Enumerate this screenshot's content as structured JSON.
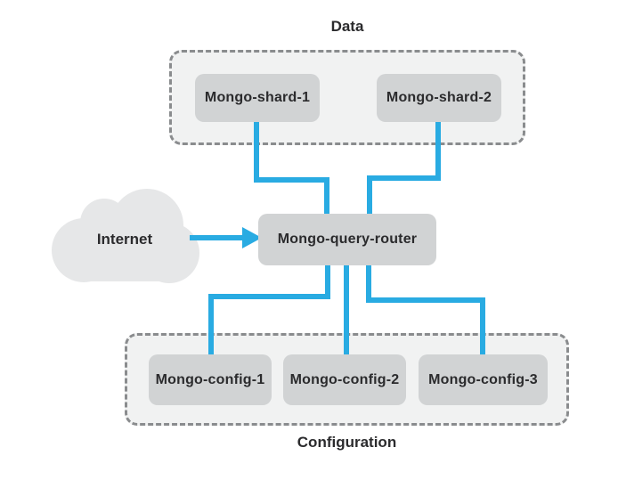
{
  "diagram": {
    "groups": {
      "data": {
        "label": "Data",
        "nodes": [
          {
            "label": "Mongo-shard-1"
          },
          {
            "label": "Mongo-shard-2"
          }
        ]
      },
      "configuration": {
        "label": "Configuration",
        "nodes": [
          {
            "label": "Mongo-config-1"
          },
          {
            "label": "Mongo-config-2"
          },
          {
            "label": "Mongo-config-3"
          }
        ]
      }
    },
    "router": {
      "label": "Mongo-query-router"
    },
    "internet": {
      "label": "Internet",
      "icon": "cloud-icon"
    },
    "connections": [
      {
        "from": "Internet",
        "to": "Mongo-query-router",
        "type": "arrow"
      },
      {
        "from": "Mongo-shard-1",
        "to": "Mongo-query-router",
        "type": "line"
      },
      {
        "from": "Mongo-shard-2",
        "to": "Mongo-query-router",
        "type": "line"
      },
      {
        "from": "Mongo-query-router",
        "to": "Mongo-config-1",
        "type": "line"
      },
      {
        "from": "Mongo-query-router",
        "to": "Mongo-config-2",
        "type": "line"
      },
      {
        "from": "Mongo-query-router",
        "to": "Mongo-config-3",
        "type": "line"
      }
    ],
    "colors": {
      "connector": "#29abe2",
      "node_fill": "#d1d3d4",
      "group_fill": "#f1f2f2",
      "group_border": "#8a8c8e",
      "cloud_fill": "#e6e7e8",
      "text": "#2b2b2d",
      "background": "#ffffff"
    }
  }
}
